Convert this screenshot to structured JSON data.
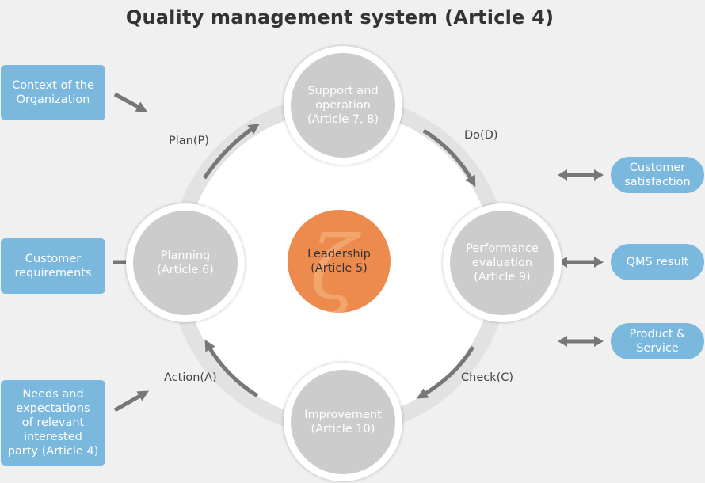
{
  "title": "Quality management system (Article 4)",
  "inputs": {
    "context": "Context of the\nOrganization",
    "customer_requirements": "Customer\nrequirements",
    "needs": "Needs and\nexpectations\nof relevant\ninterested\nparty (Article 4)"
  },
  "outputs": {
    "customer_satisfaction": "Customer\nsatisfaction",
    "qms_result": "QMS result",
    "product_service": "Product &\nService"
  },
  "nodes": {
    "support": "Support and\noperation\n(Article 7, 8)",
    "performance": "Performance\nevaluation\n(Article 9)",
    "improvement": "Improvement\n(Article 10)",
    "planning": "Planning\n(Article 6)",
    "leadership_line1": "Leadership",
    "leadership_line2": "(Article 5)"
  },
  "cycle_labels": {
    "plan": "Plan(P)",
    "do": "Do(D)",
    "check": "Check(C)",
    "action": "Action(A)"
  },
  "colors": {
    "input_box": "#7ab8de",
    "node_gray": "#cccccc",
    "leadership": "#ed8b4e",
    "arrow": "#777777"
  }
}
